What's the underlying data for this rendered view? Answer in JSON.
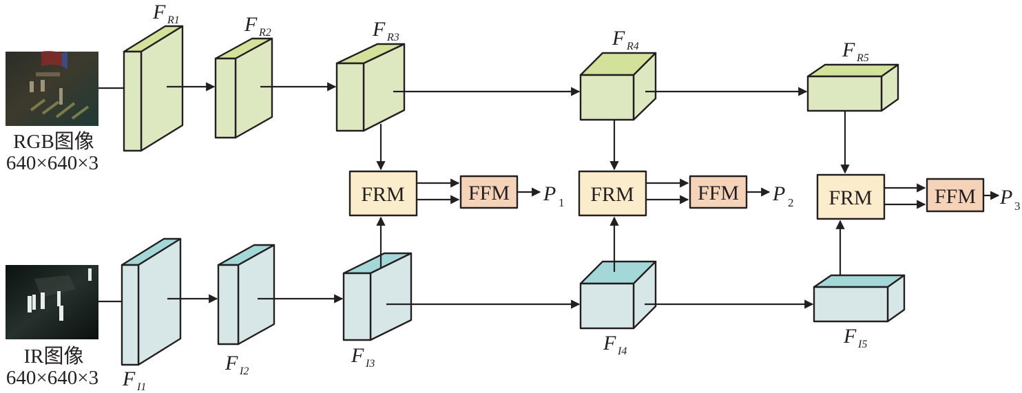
{
  "title": "RGB-IR dual-branch feature fusion network",
  "colors": {
    "rgb_front": "#dde7c0",
    "rgb_top": "#d3e29a",
    "ir_front": "#d7e6e6",
    "ir_top": "#a4d8d8",
    "frm_fill": "#fbeccb",
    "ffm_fill": "#f5d3b9",
    "line": "#231f20"
  },
  "inputs": [
    {
      "id": "rgb",
      "name": "RGB图像",
      "size": "640×640×3"
    },
    {
      "id": "ir",
      "name": "IR图像",
      "size": "640×640×3"
    }
  ],
  "rgb_features": [
    {
      "main": "F",
      "sub": "R1"
    },
    {
      "main": "F",
      "sub": "R2"
    },
    {
      "main": "F",
      "sub": "R3"
    },
    {
      "main": "F",
      "sub": "R4"
    },
    {
      "main": "F",
      "sub": "R5"
    }
  ],
  "ir_features": [
    {
      "main": "F",
      "sub": "I1"
    },
    {
      "main": "F",
      "sub": "I2"
    },
    {
      "main": "F",
      "sub": "I3"
    },
    {
      "main": "F",
      "sub": "I4"
    },
    {
      "main": "F",
      "sub": "I5"
    }
  ],
  "modules": [
    {
      "frm": "FRM",
      "ffm": "FFM",
      "out_main": "P",
      "out_sub": "1"
    },
    {
      "frm": "FRM",
      "ffm": "FFM",
      "out_main": "P",
      "out_sub": "2"
    },
    {
      "frm": "FRM",
      "ffm": "FFM",
      "out_main": "P",
      "out_sub": "3"
    }
  ]
}
